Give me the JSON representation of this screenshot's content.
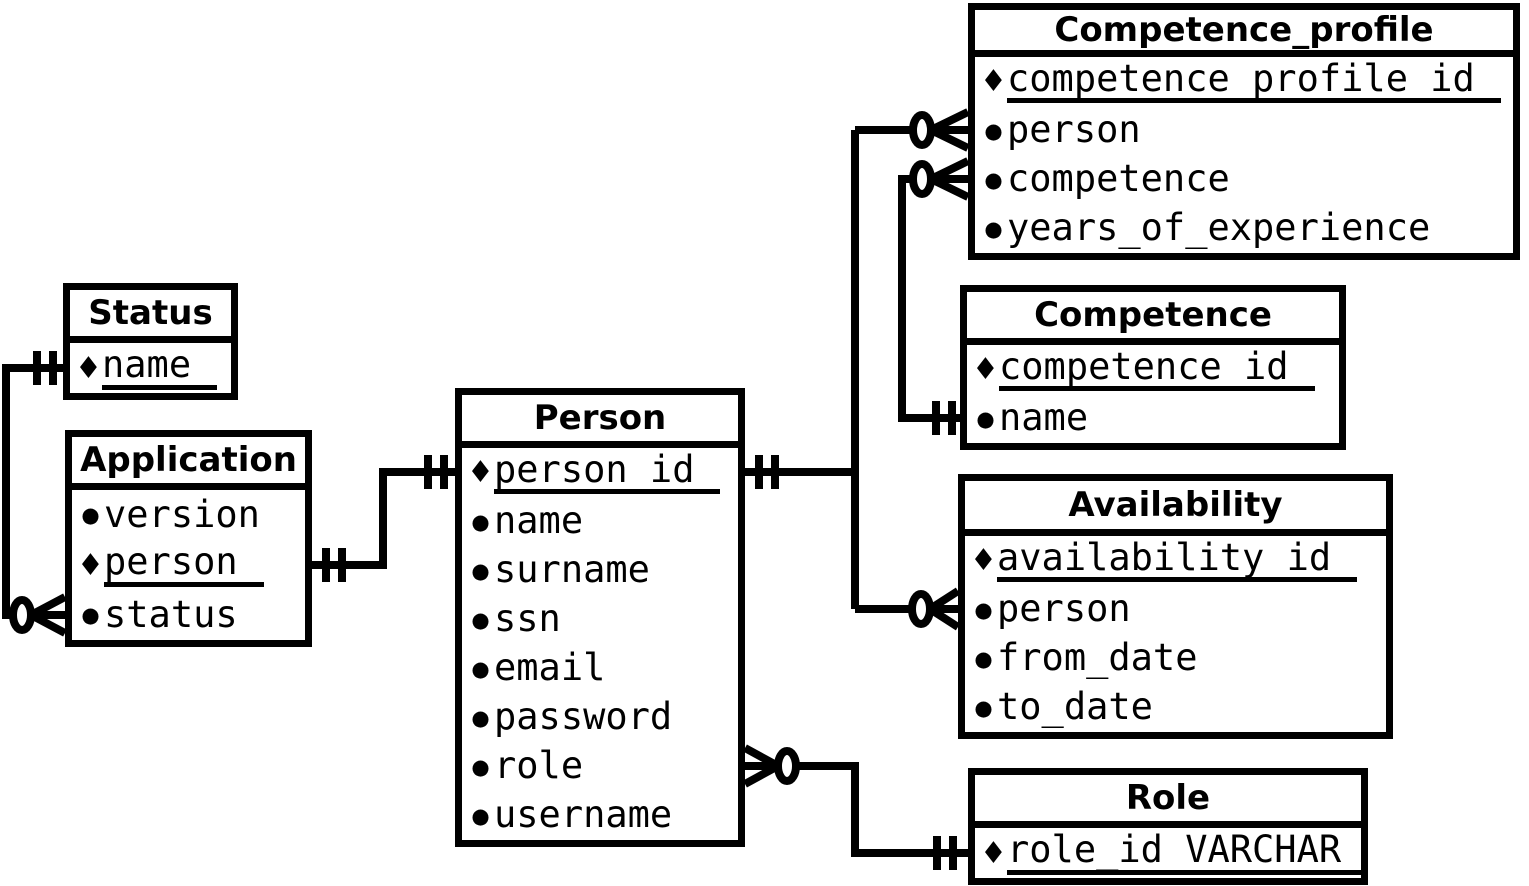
{
  "diagram": {
    "kind": "entity-relationship-diagram",
    "colors": {
      "line": "#000000",
      "background": "#ffffff",
      "text": "#000000"
    },
    "icons": {
      "diamond": "♦",
      "dot": "●"
    },
    "entities": [
      {
        "name": "Status",
        "fields": [
          {
            "bullet": "diamond",
            "name": "name",
            "underlined": true
          }
        ]
      },
      {
        "name": "Application",
        "fields": [
          {
            "bullet": "dot",
            "name": "version",
            "underlined": false
          },
          {
            "bullet": "diamond",
            "name": "person",
            "underlined": true
          },
          {
            "bullet": "dot",
            "name": "status",
            "underlined": false
          }
        ]
      },
      {
        "name": "Person",
        "fields": [
          {
            "bullet": "diamond",
            "name": "person_id",
            "underlined": true
          },
          {
            "bullet": "dot",
            "name": "name",
            "underlined": false
          },
          {
            "bullet": "dot",
            "name": "surname",
            "underlined": false
          },
          {
            "bullet": "dot",
            "name": "ssn",
            "underlined": false
          },
          {
            "bullet": "dot",
            "name": "email",
            "underlined": false
          },
          {
            "bullet": "dot",
            "name": "password",
            "underlined": false
          },
          {
            "bullet": "dot",
            "name": "role",
            "underlined": false
          },
          {
            "bullet": "dot",
            "name": "username",
            "underlined": false
          }
        ]
      },
      {
        "name": "Competence_profile",
        "fields": [
          {
            "bullet": "diamond",
            "name": "competence_profile_id",
            "underlined": true
          },
          {
            "bullet": "dot",
            "name": "person",
            "underlined": false
          },
          {
            "bullet": "dot",
            "name": "competence",
            "underlined": false
          },
          {
            "bullet": "dot",
            "name": "years_of_experience",
            "underlined": false
          }
        ]
      },
      {
        "name": "Competence",
        "fields": [
          {
            "bullet": "diamond",
            "name": "competence_id",
            "underlined": true
          },
          {
            "bullet": "dot",
            "name": "name",
            "underlined": false
          }
        ]
      },
      {
        "name": "Availability",
        "fields": [
          {
            "bullet": "diamond",
            "name": "availability_id",
            "underlined": true
          },
          {
            "bullet": "dot",
            "name": "person",
            "underlined": false
          },
          {
            "bullet": "dot",
            "name": "from_date",
            "underlined": false
          },
          {
            "bullet": "dot",
            "name": "to_date",
            "underlined": false
          }
        ]
      },
      {
        "name": "Role",
        "fields": [
          {
            "bullet": "diamond",
            "name": "role_id VARCHAR",
            "underlined": true
          }
        ]
      }
    ],
    "relationships": [
      {
        "from": "Status.name",
        "to": "Application.status",
        "from_cardinality": "one-and-only-one",
        "to_cardinality": "zero-or-many"
      },
      {
        "from": "Person.person_id",
        "to": "Application.person",
        "from_cardinality": "one-and-only-one",
        "to_cardinality": "one-and-only-one"
      },
      {
        "from": "Person.person_id",
        "to": "Competence_profile.person",
        "from_cardinality": "one-and-only-one",
        "to_cardinality": "zero-or-many"
      },
      {
        "from": "Person.person_id",
        "to": "Availability.person",
        "from_cardinality": "one-and-only-one",
        "to_cardinality": "zero-or-many"
      },
      {
        "from": "Competence.name",
        "to": "Competence_profile.competence",
        "from_cardinality": "one-and-only-one",
        "to_cardinality": "zero-or-many"
      },
      {
        "from": "Role.role_id",
        "to": "Person.role",
        "from_cardinality": "one-and-only-one",
        "to_cardinality": "zero-or-many"
      }
    ]
  }
}
